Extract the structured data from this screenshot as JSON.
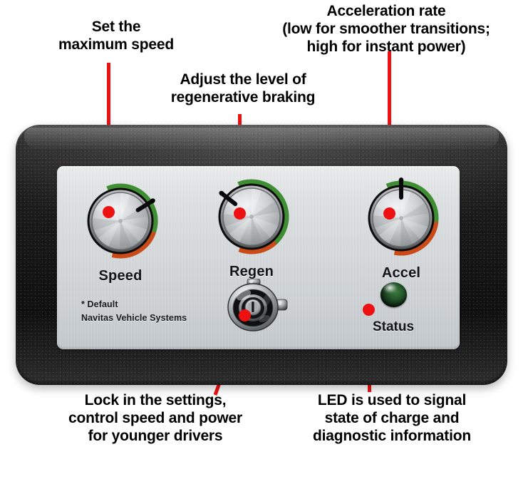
{
  "annotations": {
    "speed": "Set the\nmaximum speed",
    "regen": "Adjust the level of\nregenerative braking",
    "accel": "Acceleration rate\n(low for smoother transitions;\nhigh for instant power)",
    "keyswitch": "Lock in the settings,\ncontrol speed and power\nfor younger drivers",
    "led": "LED is used to signal\nstate of charge and\ndiagnostic information"
  },
  "device": {
    "knobs": [
      {
        "id": "speed",
        "label": "Speed",
        "pointer_angle_deg": 58,
        "arc_green_end_deg": 55,
        "arc_orange_end_deg": 145
      },
      {
        "id": "regen",
        "label": "Regen",
        "pointer_angle_deg": -52,
        "arc_green_end_deg": 88,
        "arc_orange_end_deg": 152
      },
      {
        "id": "accel",
        "label": "Accel",
        "pointer_angle_deg": 0,
        "arc_green_end_deg": 2,
        "arc_orange_end_deg": 150
      }
    ],
    "status_led": {
      "label": "Status",
      "color": "#2a5c2d",
      "state": "off"
    },
    "key_switch": {
      "name": "key-lock-switch"
    },
    "default_note": "* Default\nNavitas Vehicle Systems"
  },
  "colors": {
    "annotation_line": "#ee1111",
    "arc_green": "#3f8e33",
    "arc_orange": "#cb4b18",
    "enclosure": "#151515",
    "faceplate": "#d3d7da",
    "knob_metal": "#c9ccce",
    "text": "#000000"
  }
}
